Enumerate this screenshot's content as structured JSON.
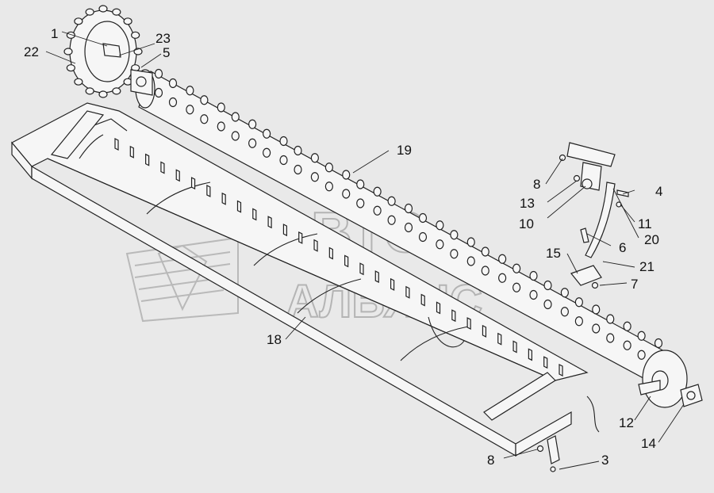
{
  "watermark": {
    "line1": "АВТО",
    "line2": "АЛЬЯНС"
  },
  "callouts": [
    {
      "id": "c1",
      "text": "1"
    },
    {
      "id": "c23",
      "text": "23"
    },
    {
      "id": "c22",
      "text": "22"
    },
    {
      "id": "c5",
      "text": "5"
    },
    {
      "id": "c19",
      "text": "19"
    },
    {
      "id": "c8a",
      "text": "8"
    },
    {
      "id": "c4",
      "text": "4"
    },
    {
      "id": "c13",
      "text": "13"
    },
    {
      "id": "c10",
      "text": "10"
    },
    {
      "id": "c11",
      "text": "11"
    },
    {
      "id": "c6",
      "text": "6"
    },
    {
      "id": "c20",
      "text": "20"
    },
    {
      "id": "c15",
      "text": "15"
    },
    {
      "id": "c21",
      "text": "21"
    },
    {
      "id": "c7",
      "text": "7"
    },
    {
      "id": "c18",
      "text": "18"
    },
    {
      "id": "c12",
      "text": "12"
    },
    {
      "id": "c14",
      "text": "14"
    },
    {
      "id": "c8b",
      "text": "8"
    },
    {
      "id": "c3",
      "text": "3"
    }
  ]
}
